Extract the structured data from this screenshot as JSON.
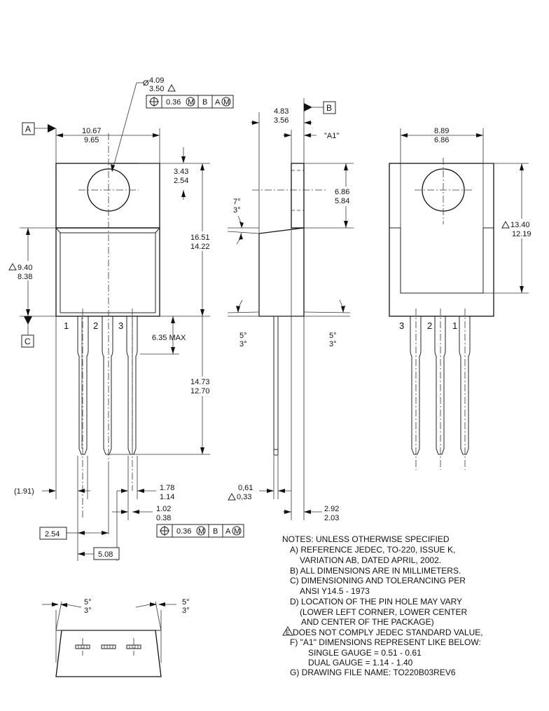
{
  "datums": {
    "a": "A",
    "b": "B",
    "c": "C"
  },
  "front": {
    "width_max": "10.67",
    "width_min": "9.65",
    "hole_dia_symbol": "Ø",
    "hole_dia_max": "4.09",
    "hole_dia_min": "3.50",
    "fcf_top": {
      "tolerance": "0.36",
      "modifier": "M",
      "datum1": "B",
      "datum2": "A",
      "datum2_modifier": "M"
    },
    "tab_hole_max": "3.43",
    "tab_hole_min": "2.54",
    "height_max": "16.51",
    "height_min": "14.22",
    "body_max": "9.40",
    "body_min": "8.38",
    "pins": [
      "1",
      "2",
      "3"
    ],
    "shoulder": "6.35 MAX",
    "lead_max": "14.73",
    "lead_min": "12.70",
    "ref_191": "(1.91)",
    "lead_w_max": "1.78",
    "lead_w_min": "1.14",
    "lead_t_max": "1.02",
    "lead_t_min": "0.38",
    "pitch": "2.54",
    "span": "5.08",
    "fcf_bottom": {
      "tolerance": "0.36",
      "modifier": "M",
      "datum1": "B",
      "datum2": "A",
      "datum2_modifier": "M"
    }
  },
  "side": {
    "thick_max": "4.83",
    "thick_min": "3.56",
    "a1_label": "\"A1\"",
    "tab_max": "6.86",
    "tab_min": "5.84",
    "angle_top": "7°",
    "angle_top2": "3°",
    "angle_left": "5°",
    "angle_left2": "3°",
    "angle_right": "5°",
    "angle_right2": "3°",
    "lead_th_max": "0,61",
    "lead_th_min": "0,33",
    "standoff_max": "2.92",
    "standoff_min": "2.03"
  },
  "back": {
    "width_max": "8.89",
    "width_min": "6.86",
    "height_max": "13.40",
    "height_min": "12.19",
    "pins": [
      "3",
      "2",
      "1"
    ]
  },
  "bottom": {
    "angle_left": "5°",
    "angle_left2": "3°",
    "angle_right": "5°",
    "angle_right2": "3°"
  },
  "notes": [
    "NOTES: UNLESS OTHERWISE SPECIFIED",
    "A)  REFERENCE JEDEC, TO-220, ISSUE K,",
    "VARIATION AB, DATED APRIL, 2002.",
    "B)  ALL DIMENSIONS ARE IN MILLIMETERS.",
    "C)  DIMENSIONING AND TOLERANCING PER",
    "ANSI Y14.5 - 1973",
    "D)  LOCATION OF THE PIN HOLE MAY VARY",
    "(LOWER LEFT CORNER, LOWER CENTER",
    "AND CENTER OF THE PACKAGE)",
    "DOES NOT COMPLY JEDEC STANDARD VALUE,",
    "F) \"A1\" DIMENSIONS REPRESENT LIKE BELOW:",
    "SINGLE GAUGE = 0.51 - 0.61",
    "DUAL GAUGE     = 1.14 - 1.40",
    "G)  DRAWING FILE NAME: TO220B03REV6"
  ],
  "note_e_letter": "E"
}
